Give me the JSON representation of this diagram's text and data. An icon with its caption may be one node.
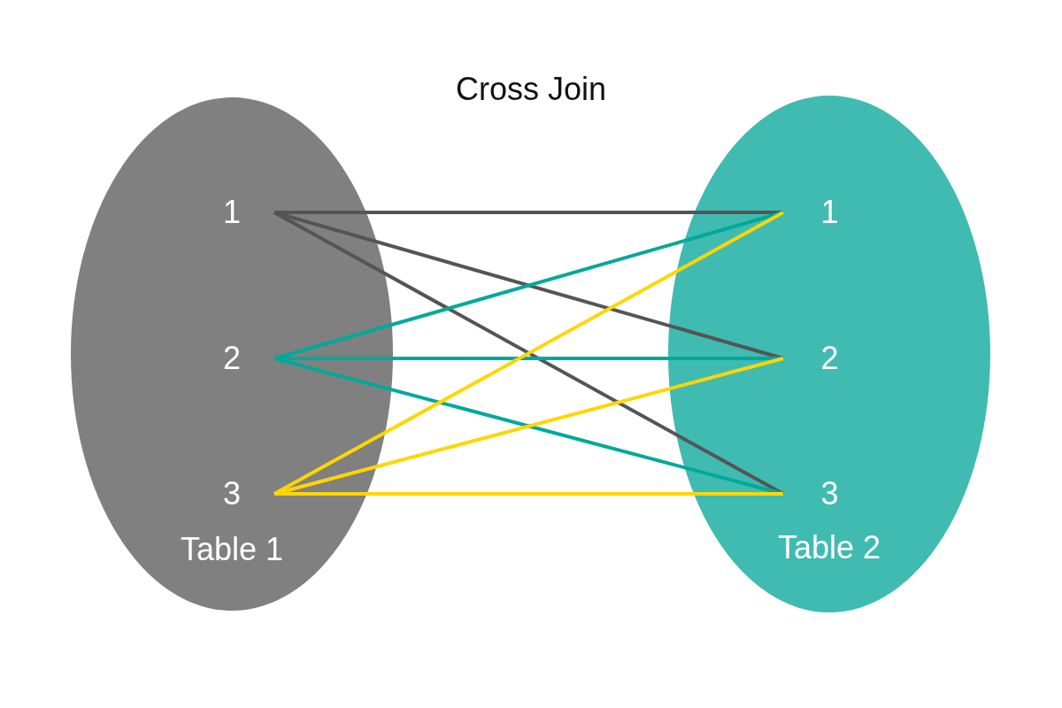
{
  "diagram": {
    "title": "Cross Join",
    "nodes": [
      {
        "text": [
          "Table 1"
        ]
      },
      {
        "text": [
          "1"
        ],
        "in": 0
      },
      {
        "text": [
          "2"
        ],
        "in": 0
      },
      {
        "text": [
          "3"
        ],
        "in": 0
      },
      {
        "text": [
          "Table 2"
        ]
      },
      {
        "text": [
          "1"
        ],
        "in": 4
      },
      {
        "text": [
          "2"
        ],
        "in": 4
      },
      {
        "text": [
          "3"
        ],
        "in": 4
      }
    ],
    "edges": [
      {
        "from": 1,
        "to": 5,
        "arrow": "none",
        "color": "#555555"
      },
      {
        "from": 1,
        "to": 6,
        "arrow": "none",
        "color": "#555555"
      },
      {
        "from": 1,
        "to": 7,
        "arrow": "none",
        "color": "#555555"
      },
      {
        "from": 2,
        "to": 5,
        "arrow": "none",
        "color": "#00a99a"
      },
      {
        "from": 2,
        "to": 6,
        "arrow": "none",
        "color": "#00a99a"
      },
      {
        "from": 2,
        "to": 7,
        "arrow": "none",
        "color": "#00a99a"
      },
      {
        "from": 3,
        "to": 5,
        "arrow": "none",
        "color": "#ffd600"
      },
      {
        "from": 3,
        "to": 6,
        "arrow": "none",
        "color": "#ffd600"
      },
      {
        "from": 3,
        "to": 7,
        "arrow": "none",
        "color": "#ffd600"
      }
    ]
  }
}
